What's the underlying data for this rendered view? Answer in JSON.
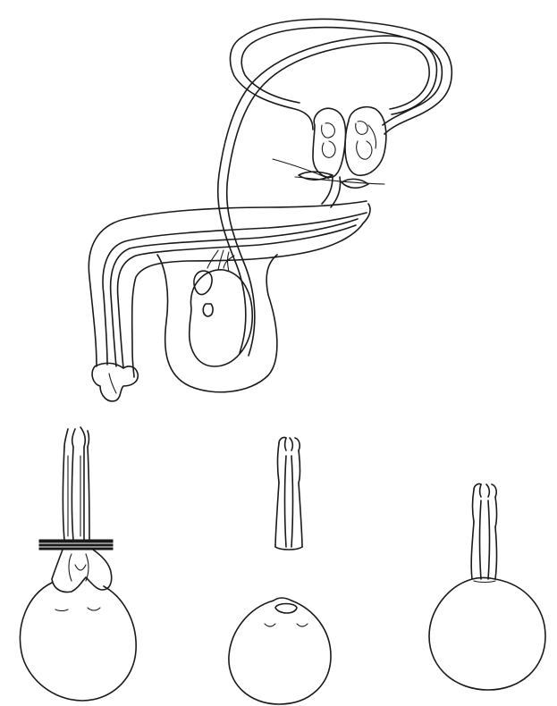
{
  "figure": {
    "panels": [
      {
        "id": "sagittal",
        "icon": "anatomy-sagittal-section-icon"
      },
      {
        "id": "stage-1",
        "icon": "ligature-clamp-icon"
      },
      {
        "id": "stage-2",
        "icon": "separated-tube-icon"
      },
      {
        "id": "stage-3",
        "icon": "rejoined-tube-icon"
      }
    ],
    "colors": {
      "ink": "#1a1a1a",
      "paper": "#ffffff"
    }
  }
}
